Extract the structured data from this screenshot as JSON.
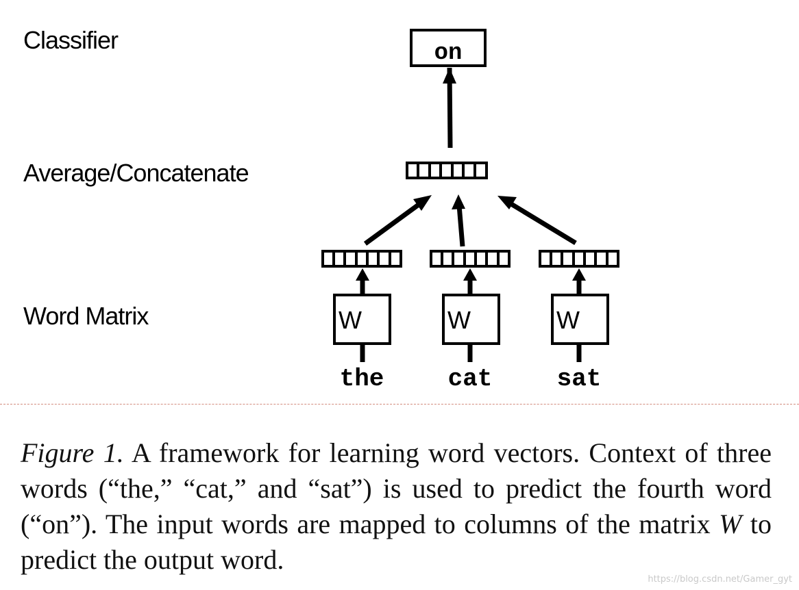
{
  "labels": {
    "classifier": "Classifier",
    "average": "Average/Concatenate",
    "word_matrix": "Word Matrix"
  },
  "output_word": "on",
  "input_words": [
    "the",
    "cat",
    "sat"
  ],
  "matrix_label": "W",
  "caption": {
    "lead": "Figure 1.",
    "text": "A framework for learning word vectors. Context of three words (“the,” “cat,” and “sat”) is used to predict the fourth word (“on”). The input words are mapped to columns of the matrix",
    "variable": "W",
    "tail": "to predict the output word."
  },
  "watermark": "https://blog.csdn.net/Gamer_gyt"
}
